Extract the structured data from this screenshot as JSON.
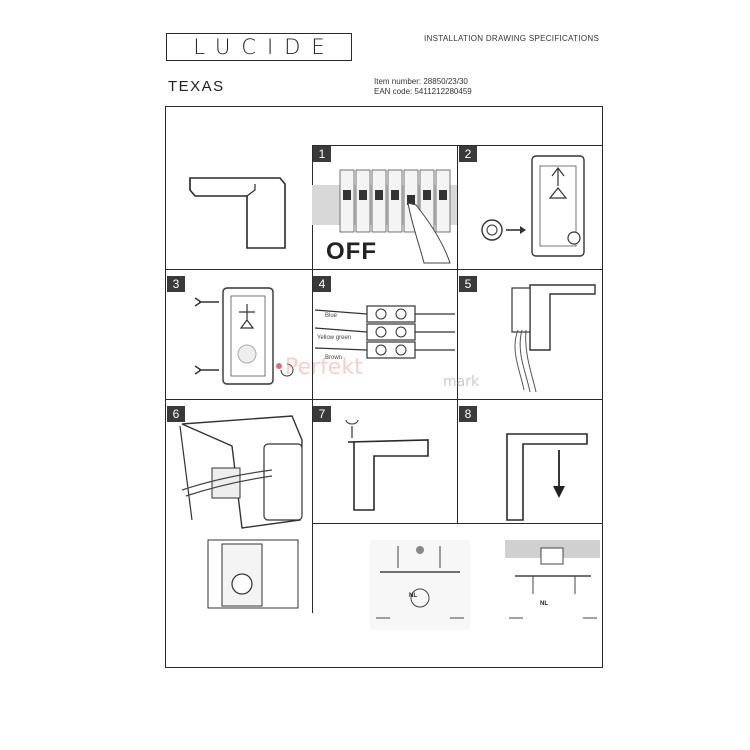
{
  "header": {
    "brand": "LUCIDE",
    "doc_title": "INSTALLATION DRAWING SPECIFICATIONS",
    "product_name": "TEXAS",
    "item_number": "Item number: 28850/23/30",
    "ean_code": "EAN code: 5411212280459"
  },
  "steps": {
    "s1": {
      "number": "1",
      "text": "OFF"
    },
    "s2": {
      "number": "2"
    },
    "s3": {
      "number": "3"
    },
    "s4": {
      "number": "4",
      "wire_blue": "Blue",
      "wire_yellow_green": "Yellow green",
      "wire_brown": "Brown"
    },
    "s5": {
      "number": "5"
    },
    "s6": {
      "number": "6"
    },
    "s7": {
      "number": "7"
    },
    "s8": {
      "number": "8"
    }
  },
  "watermark": {
    "part1": "Perfekt",
    "part2": "mark"
  },
  "badges": {
    "nl": "NL"
  },
  "colors": {
    "line": "#2a2a2a",
    "badge_bg": "#3a3a3a",
    "watermark": "#f3a89a"
  }
}
